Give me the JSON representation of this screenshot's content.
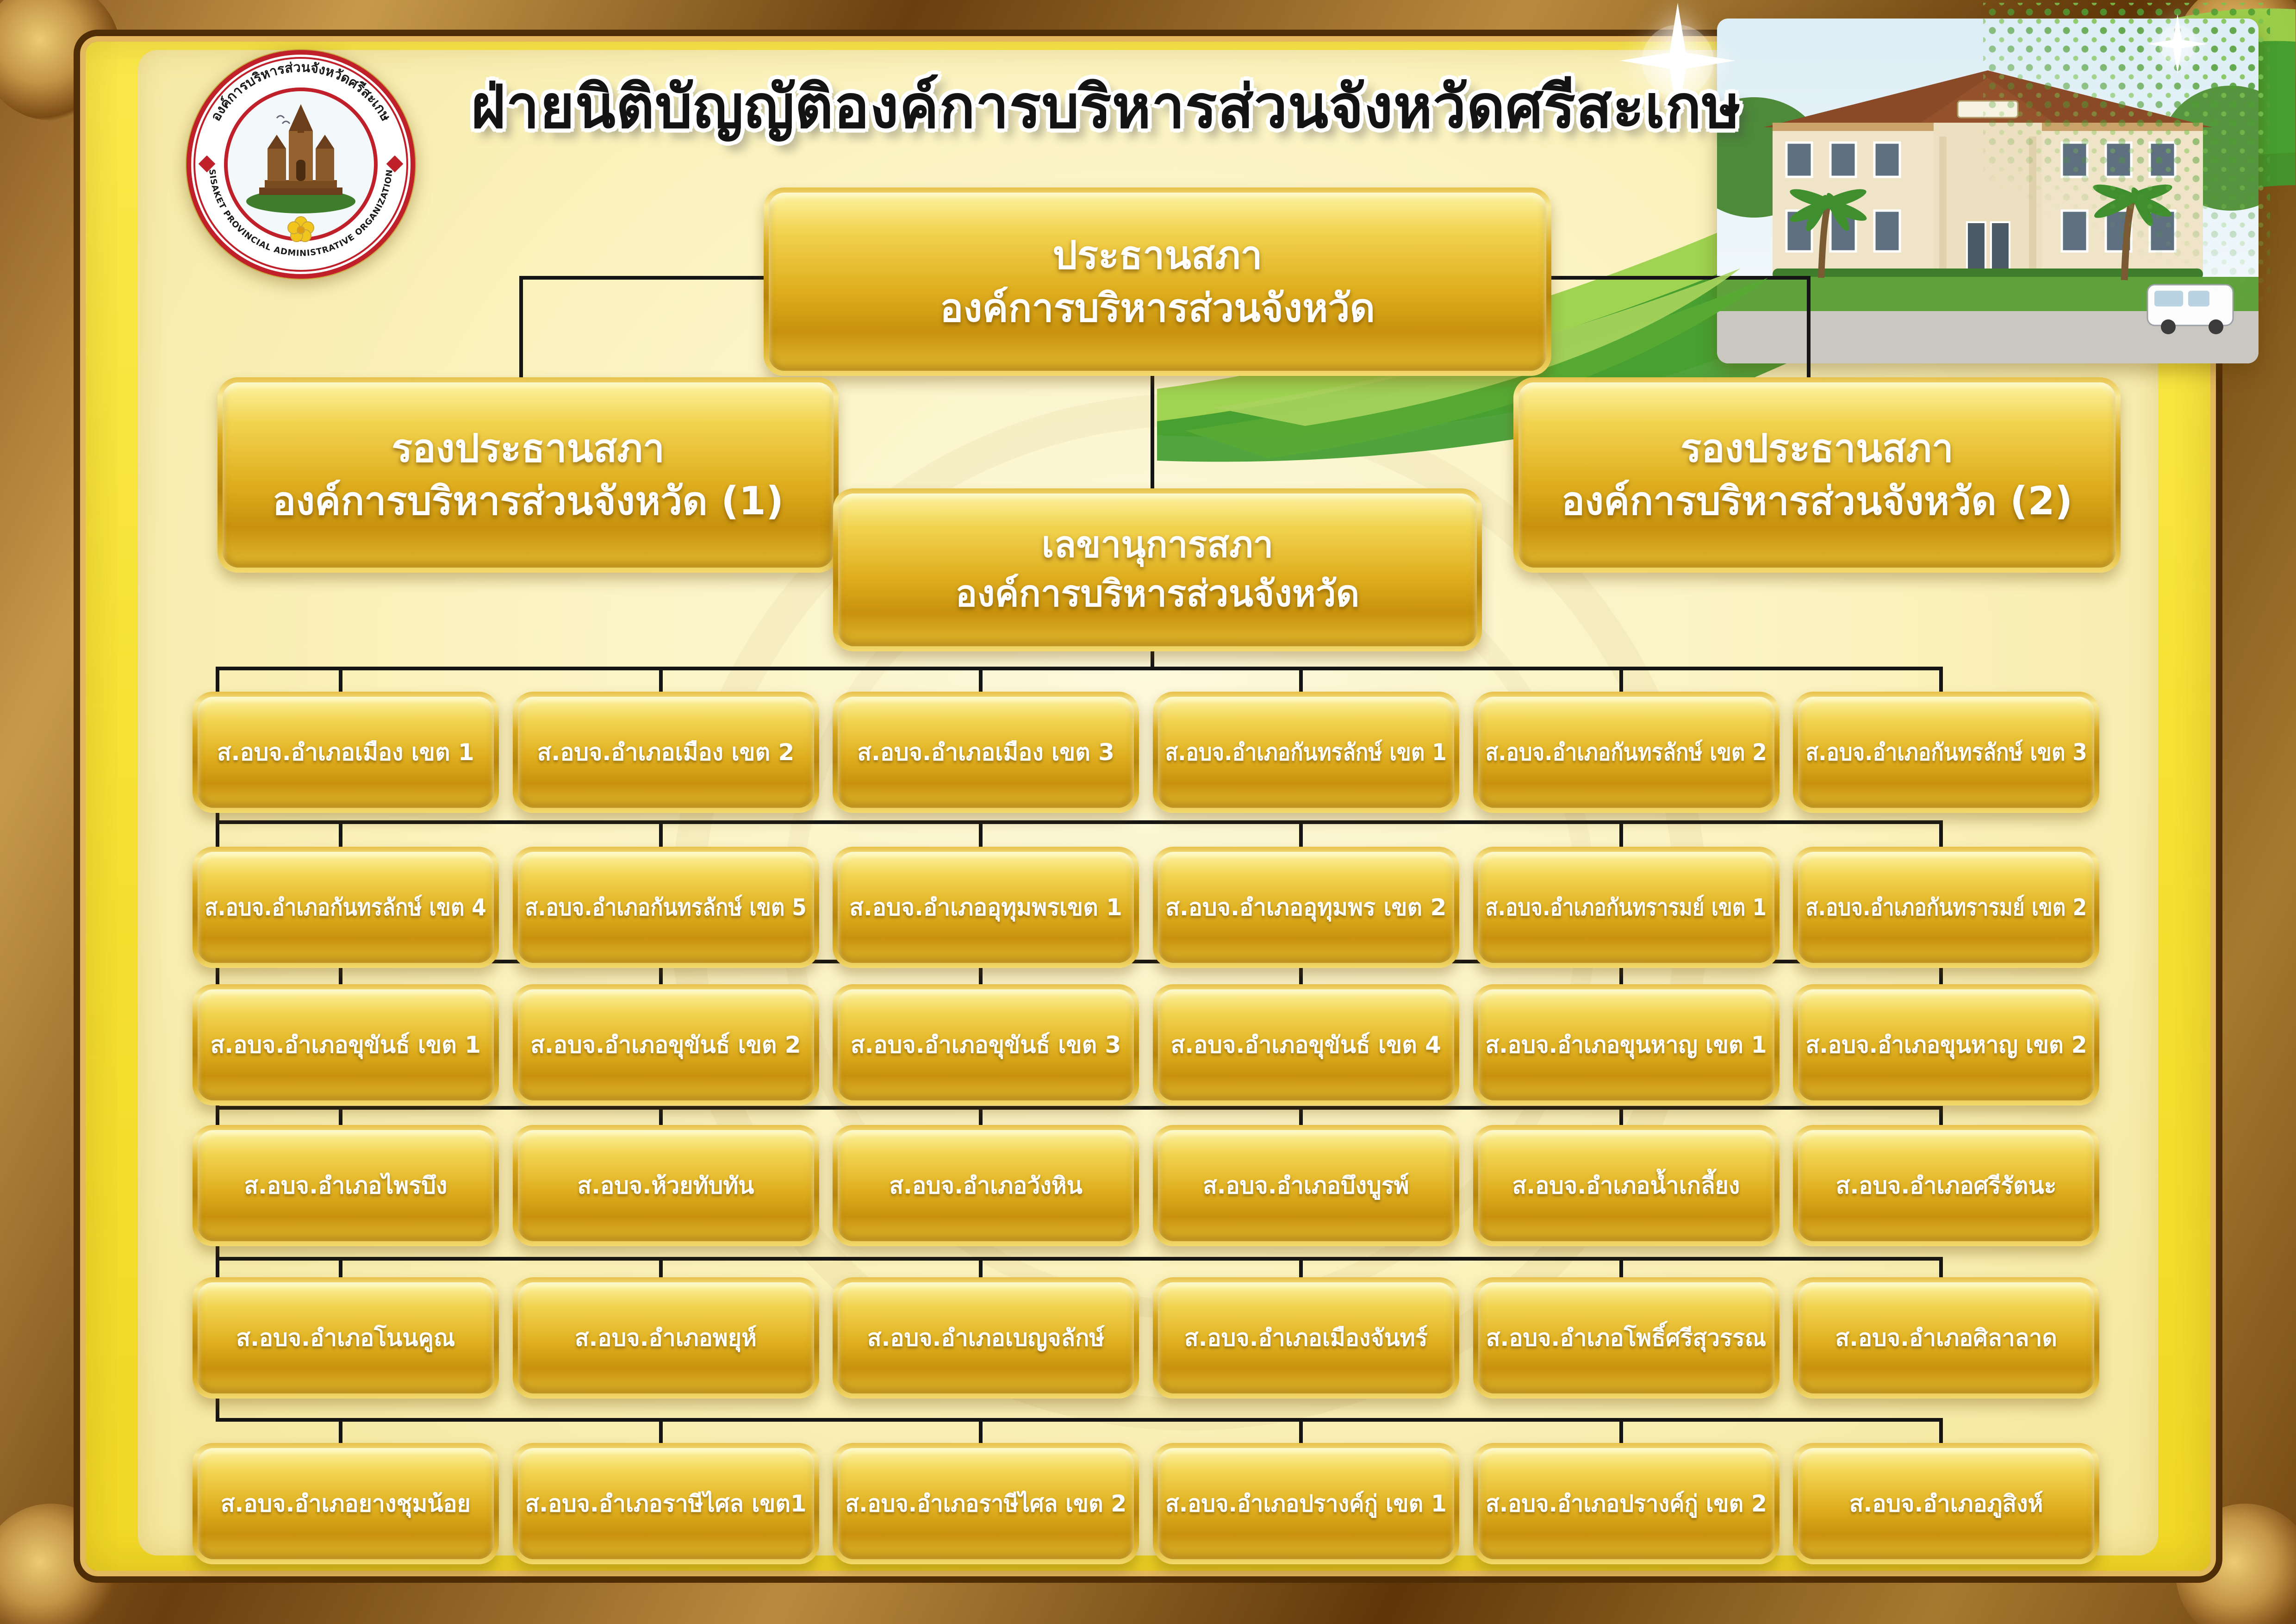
{
  "header": {
    "title": "ฝ่ายนิติบัญญัติองค์การบริหารส่วนจังหวัดศรีสะเกษ",
    "logo": {
      "ring_top": "องค์การบริหารส่วนจังหวัดศรีสะเกษ",
      "ring_bottom": "SISAKET PROVINCIAL ADMINISTRATIVE ORGANIZATION"
    }
  },
  "chart": {
    "chairman": {
      "line1": "ประธานสภา",
      "line2": "องค์การบริหารส่วนจังหวัด"
    },
    "vice1": {
      "line1": "รองประธานสภา",
      "line2": "องค์การบริหารส่วนจังหวัด (1)"
    },
    "vice2": {
      "line1": "รองประธานสภา",
      "line2": "องค์การบริหารส่วนจังหวัด (2)"
    },
    "secretary": {
      "line1": "เลขานุการสภา",
      "line2": "องค์การบริหารส่วนจังหวัด"
    },
    "member_rows": [
      [
        "ส.อบจ.อำเภอเมือง เขต 1",
        "ส.อบจ.อำเภอเมือง เขต 2",
        "ส.อบจ.อำเภอเมือง เขต 3",
        "ส.อบจ.อำเภอกันทรลักษ์ เขต 1",
        "ส.อบจ.อำเภอกันทรลักษ์ เขต 2",
        "ส.อบจ.อำเภอกันทรลักษ์ เขต 3"
      ],
      [
        "ส.อบจ.อำเภอกันทรลักษ์ เขต 4",
        "ส.อบจ.อำเภอกันทรลักษ์ เขต 5",
        "ส.อบจ.อำเภออุทุมพรเขต 1",
        "ส.อบจ.อำเภออุทุมพร เขต 2",
        "ส.อบจ.อำเภอกันทรารมย์ เขต 1",
        "ส.อบจ.อำเภอกันทรารมย์ เขต 2"
      ],
      [
        "ส.อบจ.อำเภอขุขันธ์ เขต 1",
        "ส.อบจ.อำเภอขุขันธ์ เขต 2",
        "ส.อบจ.อำเภอขุขันธ์ เขต 3",
        "ส.อบจ.อำเภอขุขันธ์ เขต 4",
        "ส.อบจ.อำเภอขุนหาญ เขต 1",
        "ส.อบจ.อำเภอขุนหาญ เขต 2"
      ],
      [
        "ส.อบจ.อำเภอไพรบึง",
        "ส.อบจ.ห้วยทับทัน",
        "ส.อบจ.อำเภอวังหิน",
        "ส.อบจ.อำเภอบึงบูรพ์",
        "ส.อบจ.อำเภอน้ำเกลี้ยง",
        "ส.อบจ.อำเภอศรีรัตนะ"
      ],
      [
        "ส.อบจ.อำเภอโนนคูณ",
        "ส.อบจ.อำเภอพยุห์",
        "ส.อบจ.อำเภอเบญจลักษ์",
        "ส.อบจ.อำเภอเมืองจันทร์",
        "ส.อบจ.อำเภอโพธิ์ศรีสุวรรณ",
        "ส.อบจ.อำเภอศิลาลาด"
      ],
      [
        "ส.อบจ.อำเภอยางชุมน้อย",
        "ส.อบจ.อำเภอราษีไศล เขต1",
        "ส.อบจ.อำเภอราษีไศล เขต 2",
        "ส.อบจ.อำเภอปรางค์กู่ เขต 1",
        "ส.อบจ.อำเภอปรางค์กู่ เขต 2",
        "ส.อบจ.อำเภอภูสิงห์"
      ]
    ]
  },
  "colors": {
    "gold_dark": "#c8920d",
    "gold_light": "#fdf3a2",
    "panel": "#faf1ba",
    "mat_yellow": "#f6e234",
    "connector": "#151515",
    "green_accent": "#4f9e33",
    "logo_red": "#c0202a"
  }
}
